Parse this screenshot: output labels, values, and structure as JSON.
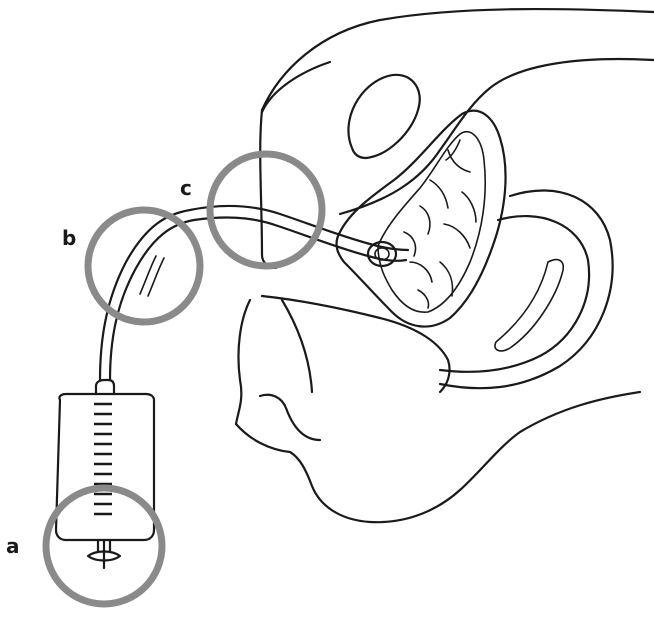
{
  "labels": {
    "a": "a",
    "b": "b",
    "c": "c"
  },
  "colors": {
    "line": "#1a1a1a",
    "highlight_ring": "#8a8a8a",
    "background": "#ffffff"
  }
}
